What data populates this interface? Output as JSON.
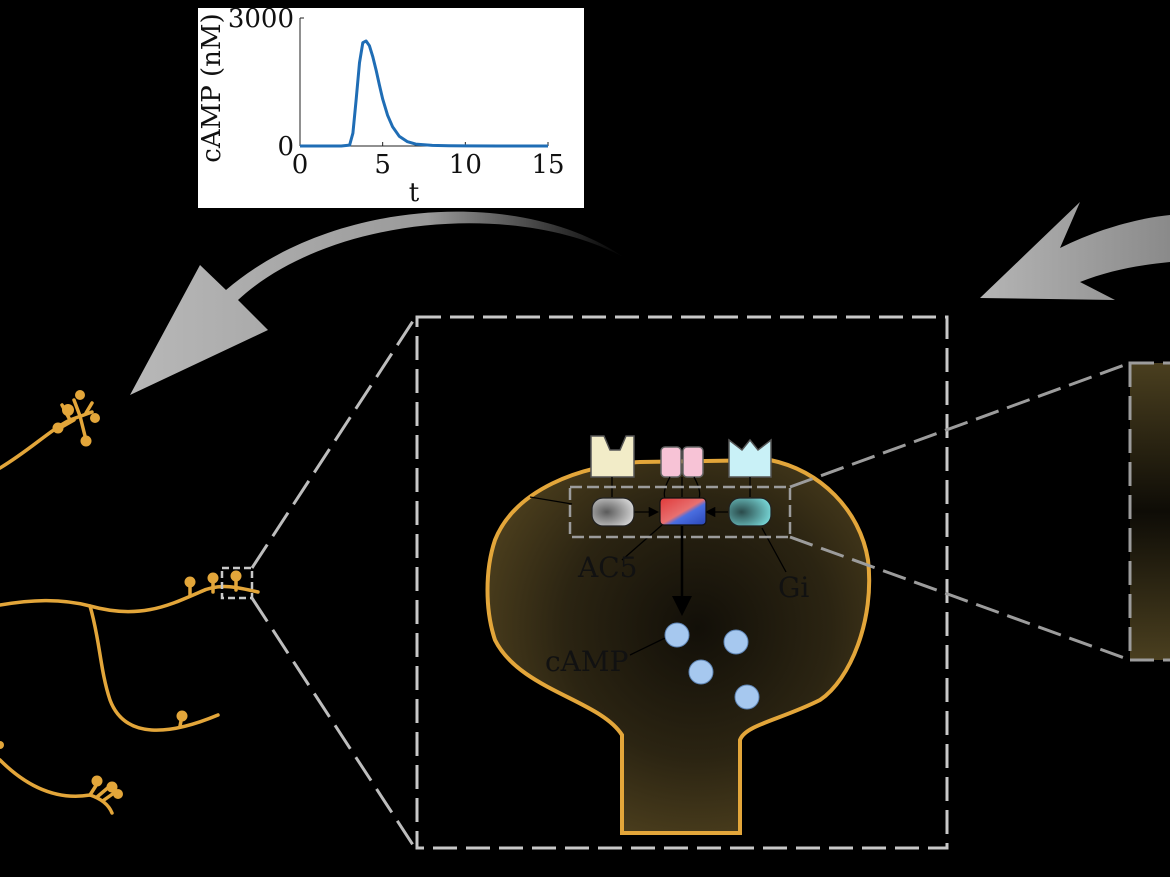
{
  "chart_data": {
    "type": "line",
    "xlabel": "t",
    "ylabel": "cAMP (nM)",
    "xlim": [
      0,
      15
    ],
    "ylim": [
      0,
      3000
    ],
    "xticks": [
      "0",
      "5",
      "10",
      "15"
    ],
    "yticks": [
      "0",
      "3000"
    ],
    "series": [
      {
        "x": [
          0,
          2.5,
          3.0,
          3.2,
          3.4,
          3.6,
          3.8,
          4.0,
          4.2,
          4.4,
          4.6,
          4.8,
          5.0,
          5.3,
          5.6,
          6.0,
          6.5,
          7.0,
          8.0,
          9.0,
          10.0,
          12.0,
          15.0
        ],
        "y": [
          0,
          0,
          20,
          300,
          1100,
          1950,
          2420,
          2460,
          2350,
          2100,
          1780,
          1430,
          1100,
          720,
          450,
          230,
          100,
          45,
          15,
          5,
          2,
          0,
          0
        ],
        "color": "#1f6db5"
      }
    ]
  },
  "colors": {
    "dendrite": "#e3a63a",
    "spine_fill": "#3e3318",
    "receptor_left": "#f2ecc8",
    "receptor_mid": "#f7c3d6",
    "receptor_right": "#c9f1f7",
    "camp_dot": "#a6c8ef",
    "arrow_gray": "#9a9a9a"
  },
  "diagram": {
    "labels": {
      "ac5": "AC5",
      "gi": "Gi",
      "camp": "cAMP"
    }
  }
}
